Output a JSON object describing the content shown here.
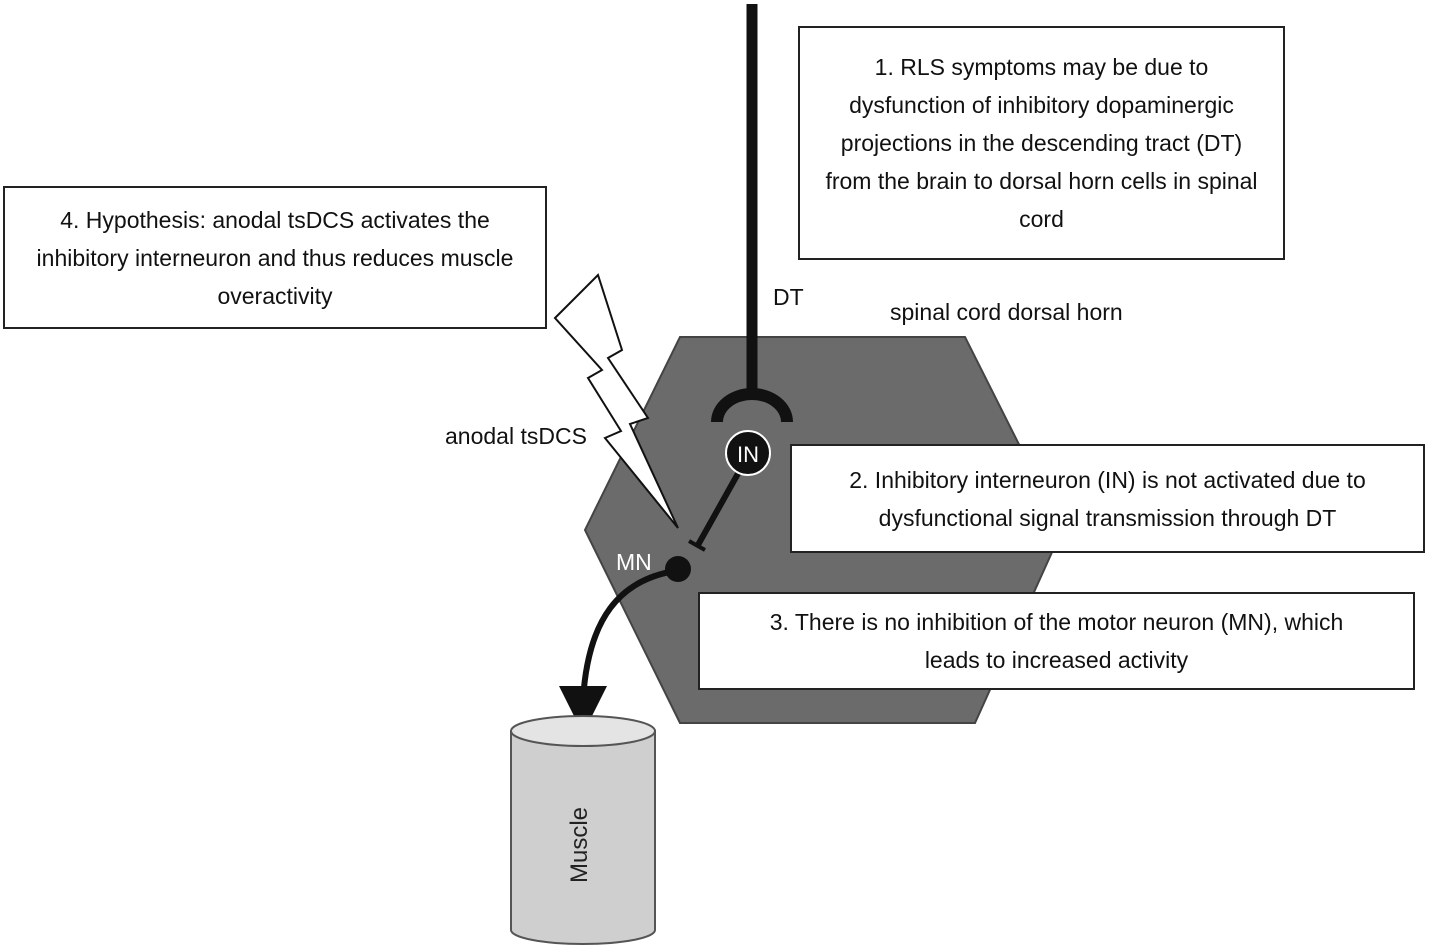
{
  "boxes": {
    "box1": "1. RLS symptoms may be due to dysfunction of inhibitory dopaminergic projections in the descending tract (DT) from the brain to dorsal horn cells in spinal cord",
    "box2": "2. Inhibitory interneuron (IN) is not activated due to dysfunctional signal transmission through DT",
    "box3": "3. There is no inhibition of the motor neuron (MN), which leads to increased activity",
    "box4": "4. Hypothesis: anodal tsDCS activates the inhibitory interneuron and thus reduces muscle overactivity"
  },
  "labels": {
    "dt": "DT",
    "dorsal_horn": "spinal cord dorsal horn",
    "stimulus": "anodal tsDCS",
    "interneuron": "IN",
    "motor_neuron": "MN",
    "muscle": "Muscle"
  },
  "colors": {
    "dorsal_horn_fill": "#6b6b6b",
    "muscle_fill": "#cfcfcf",
    "muscle_top": "#e4e4e4",
    "line": "#111111"
  }
}
